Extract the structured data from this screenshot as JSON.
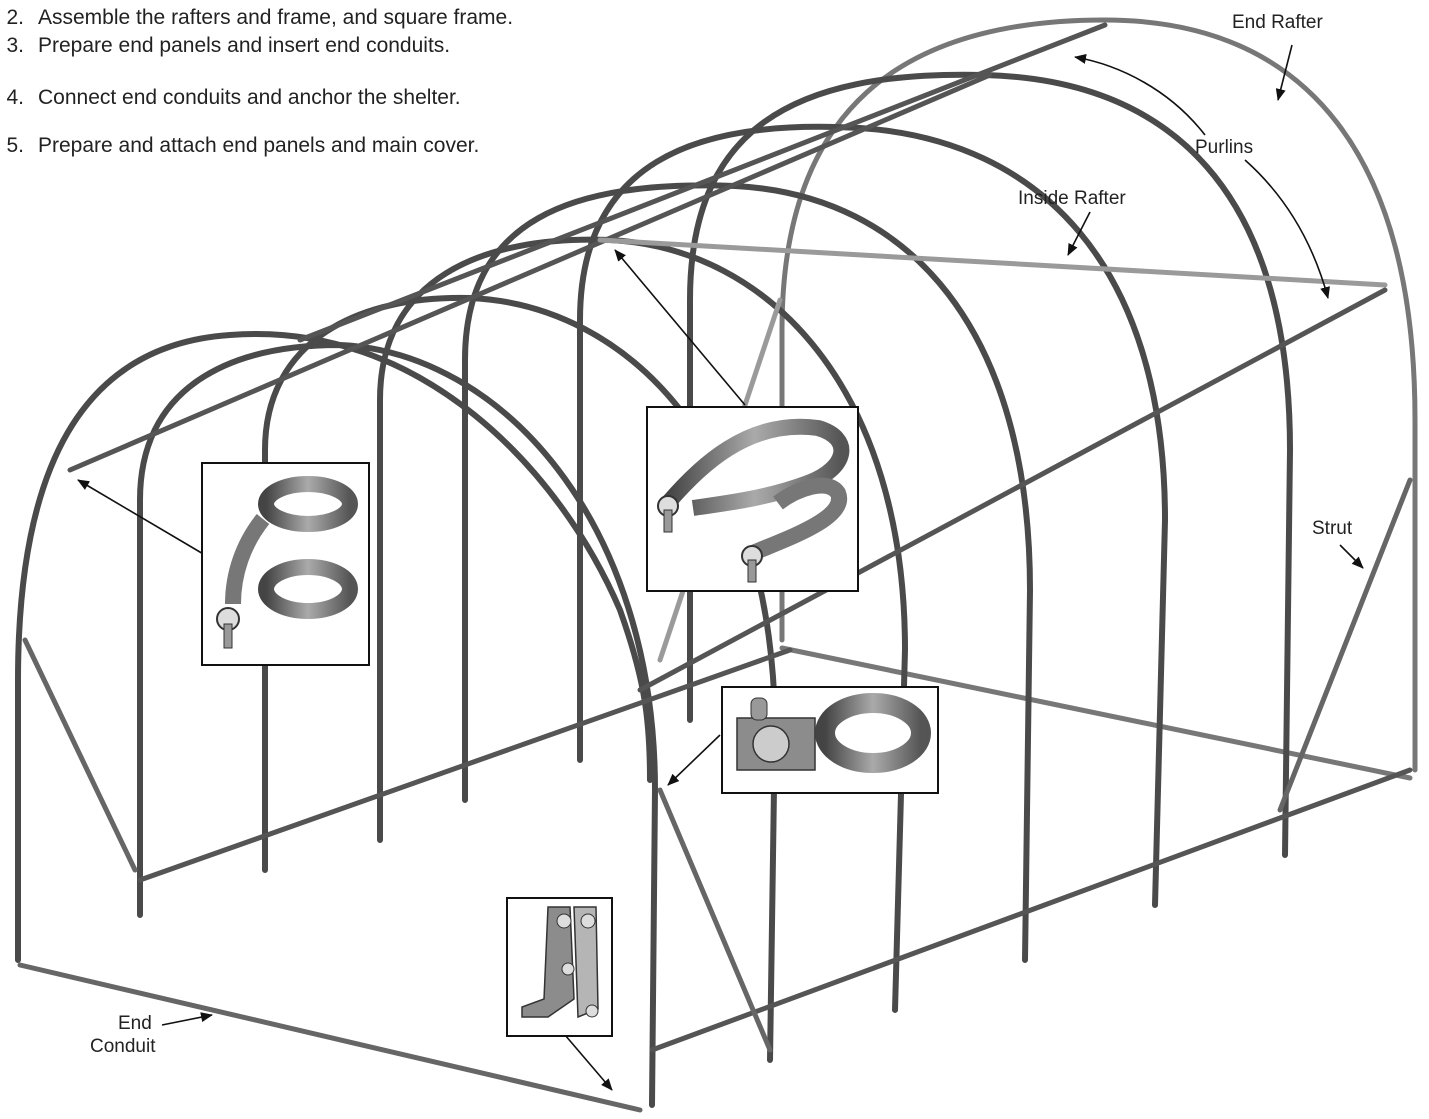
{
  "steps": [
    {
      "num": "2.",
      "text": "Assemble the rafters and frame, and square frame."
    },
    {
      "num": "3.",
      "text": "Prepare end panels and insert end conduits."
    },
    {
      "num": "4.",
      "text": "Connect end conduits and anchor the shelter."
    },
    {
      "num": "5.",
      "text": "Prepare and attach end panels and main cover."
    }
  ],
  "labels": {
    "end_rafter": "End Rafter",
    "purlins": "Purlins",
    "inside_rafter": "Inside Rafter",
    "strut": "Strut",
    "end_conduit_line1": "End",
    "end_conduit_line2": "Conduit"
  },
  "colors": {
    "tube": "#4a4a4a",
    "tube_light": "#9a9a9a",
    "arrow": "#111111",
    "part_fill": "#8c8c8c"
  },
  "insets": [
    {
      "part": "double-ring-clamp"
    },
    {
      "part": "purlin-clamp"
    },
    {
      "part": "pipe-tee-clamp"
    },
    {
      "part": "base-bracket"
    }
  ]
}
